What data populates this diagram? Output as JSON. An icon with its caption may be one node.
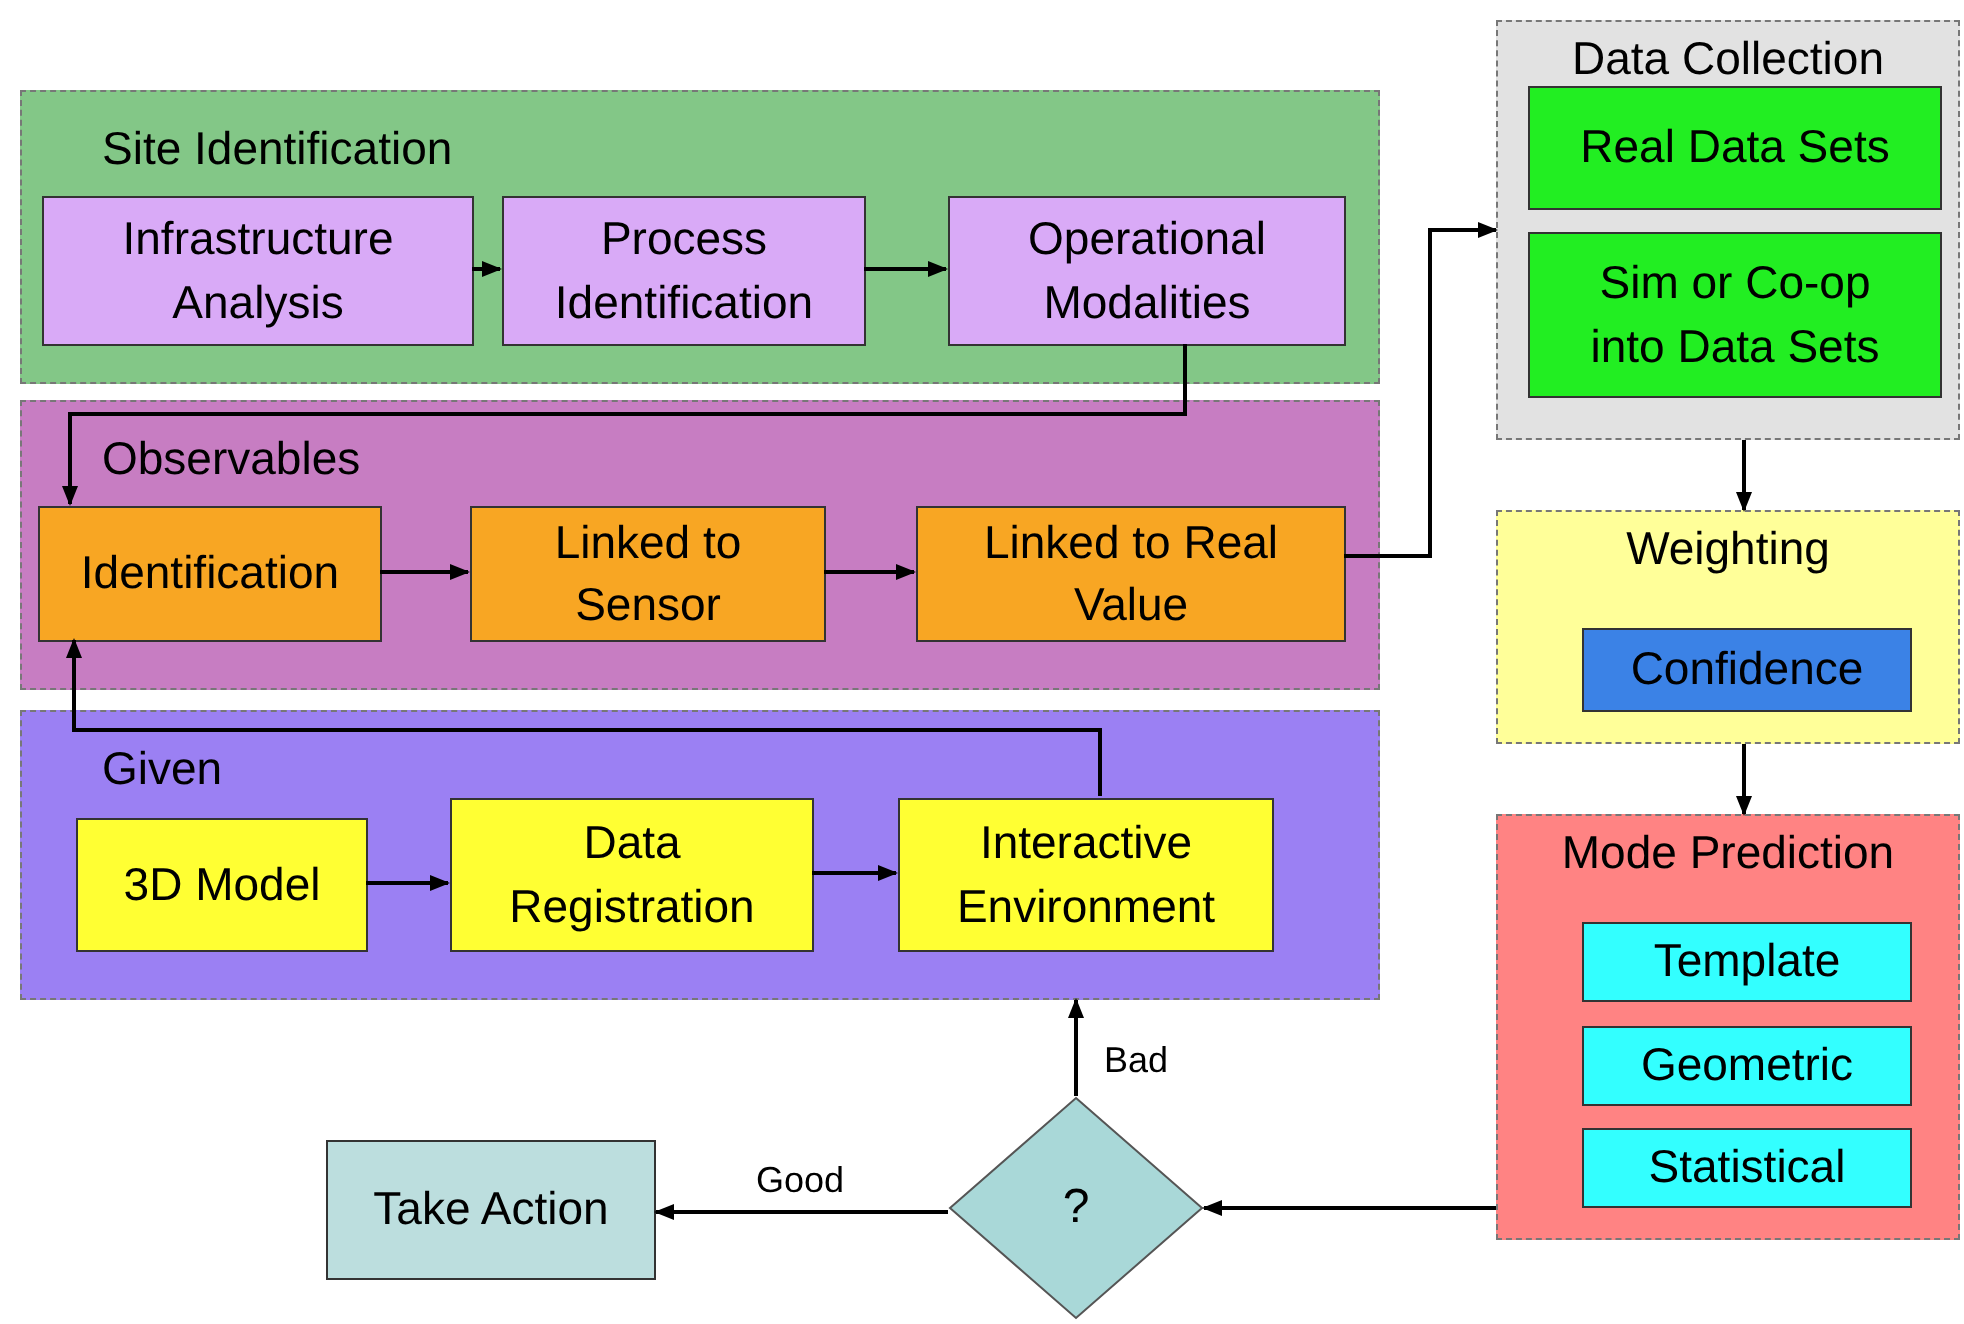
{
  "diagram": {
    "nodes": [
      {
        "text": [
          "Site Identification"
        ]
      },
      {
        "text": [
          "Infrastructure Analysis"
        ],
        "in": 0
      },
      {
        "text": [
          "Process Identification"
        ],
        "in": 0
      },
      {
        "text": [
          "Operational Modalities"
        ],
        "in": 0
      },
      {
        "text": [
          "Observables"
        ]
      },
      {
        "text": [
          "Identification"
        ],
        "in": 4
      },
      {
        "text": [
          "Linked to Sensor"
        ],
        "in": 4
      },
      {
        "text": [
          "Linked to Real Value"
        ],
        "in": 4
      },
      {
        "text": [
          "Given"
        ]
      },
      {
        "text": [
          "3D Model"
        ],
        "in": 8
      },
      {
        "text": [
          "Data Registration"
        ],
        "in": 8
      },
      {
        "text": [
          "Interactive Environment"
        ],
        "in": 8
      },
      {
        "text": [
          "Data Collection"
        ]
      },
      {
        "text": [
          "Real Data Sets"
        ],
        "in": 12
      },
      {
        "text": [
          "Sim or Co-op into Data Sets"
        ],
        "in": 12
      },
      {
        "text": [
          "Weighting"
        ]
      },
      {
        "text": [
          "Confidence"
        ],
        "in": 15
      },
      {
        "text": [
          "Mode Prediction"
        ]
      },
      {
        "text": [
          "Template"
        ],
        "in": 17
      },
      {
        "text": [
          "Geometric"
        ],
        "in": 17
      },
      {
        "text": [
          "Statistical"
        ],
        "in": 17
      },
      {
        "text": [
          "?"
        ]
      },
      {
        "text": [
          "Take Action"
        ]
      }
    ],
    "edges": [
      {
        "from": 1,
        "to": 2,
        "arrow": "to"
      },
      {
        "from": 2,
        "to": 3,
        "arrow": "to"
      },
      {
        "from": 3,
        "to": 5,
        "arrow": "to"
      },
      {
        "from": 5,
        "to": 6,
        "arrow": "to"
      },
      {
        "from": 6,
        "to": 7,
        "arrow": "to"
      },
      {
        "from": 7,
        "to": 12,
        "arrow": "to"
      },
      {
        "from": 9,
        "to": 10,
        "arrow": "to"
      },
      {
        "from": 10,
        "to": 11,
        "arrow": "to"
      },
      {
        "from": 11,
        "to": 5,
        "arrow": "to"
      },
      {
        "from": 12,
        "to": 15,
        "arrow": "to"
      },
      {
        "from": 15,
        "to": 17,
        "arrow": "to"
      },
      {
        "from": 17,
        "to": 21,
        "arrow": "to"
      },
      {
        "from": 21,
        "to": 22,
        "arrow": "to",
        "label": "Good"
      },
      {
        "from": 21,
        "to": 8,
        "arrow": "to",
        "label": "Bad"
      }
    ]
  }
}
